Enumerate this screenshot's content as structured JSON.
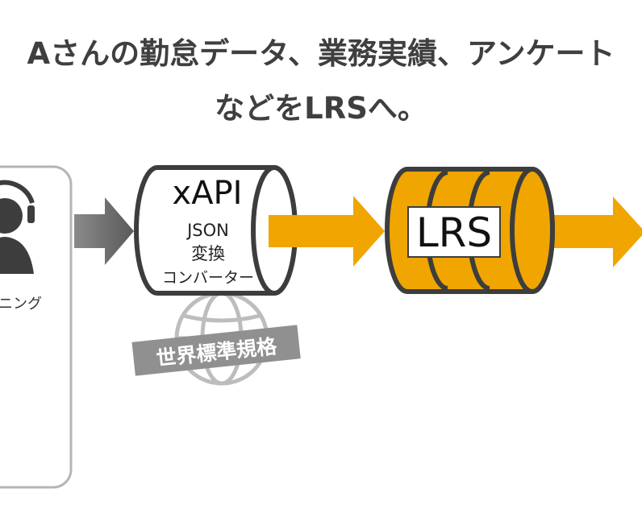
{
  "heading": {
    "line1": "Aさんの勤怠データ、業務実績、アンケート",
    "line2": "などをLRSへ。"
  },
  "source_panel": {
    "label": "ニング"
  },
  "converter": {
    "title": "xAPI",
    "line1": "JSON",
    "line2": "変換",
    "line3": "コンバーター"
  },
  "standard_badge": {
    "label": "世界標準規格"
  },
  "lrs": {
    "label": "LRS"
  },
  "colors": {
    "orange": "#f0a500",
    "dark_outline": "#3d3d3d",
    "gray_arrow": "#6b6b6b",
    "badge_gray": "#909090",
    "globe_gray": "#bdbdbd"
  }
}
